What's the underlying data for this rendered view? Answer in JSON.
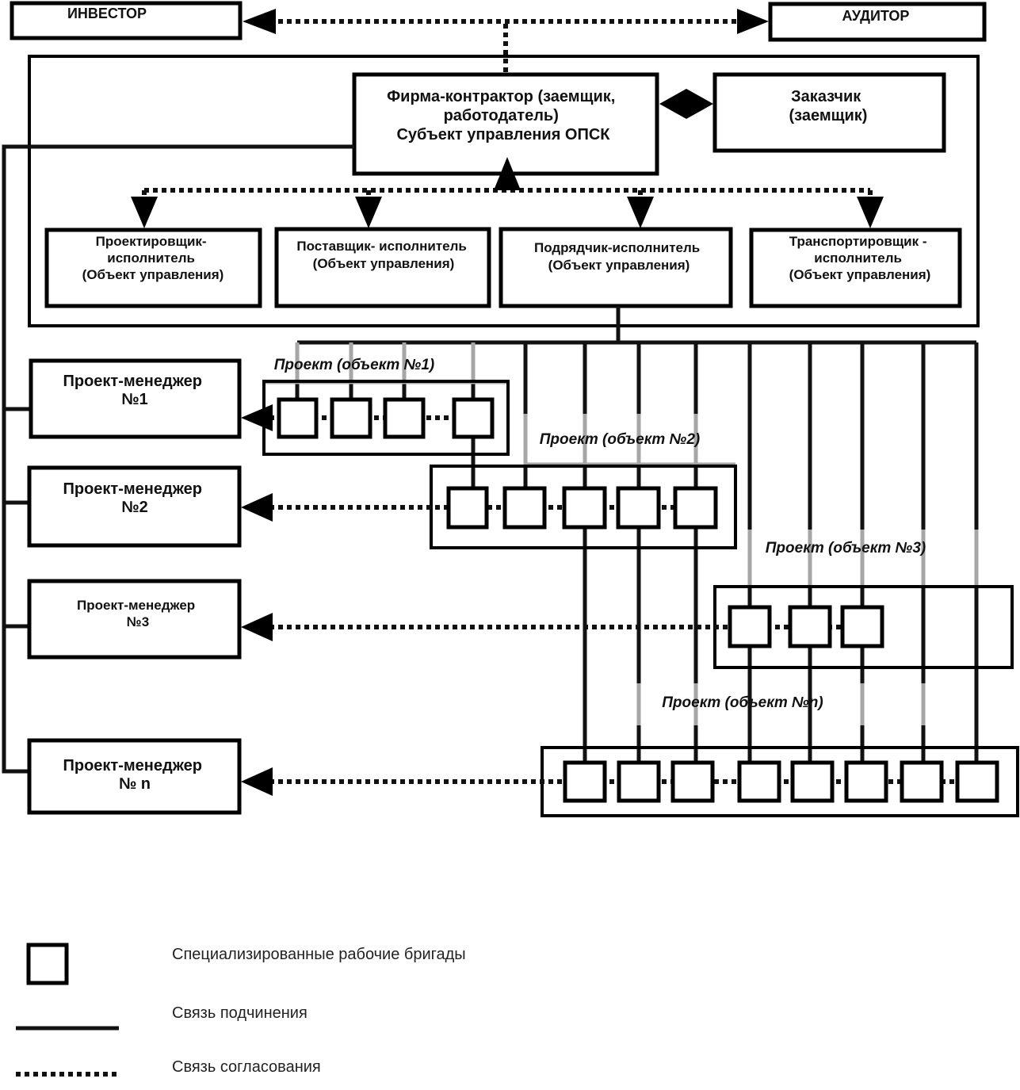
{
  "investor": "ИНВЕСТОР",
  "auditor": "АУДИТОР",
  "contractor": [
    "Фирма-контрактор (заемщик,",
    "работодатель)",
    "Субъект управления ОПСК"
  ],
  "customer": [
    "Заказчик",
    "(заемщик)"
  ],
  "performers": [
    [
      "Проектировщик-",
      "исполнитель",
      "(Объект управления)"
    ],
    [
      "Поставщик- исполнитель",
      "(Объект управления)"
    ],
    [
      "Подрядчик-исполнитель",
      "(Объект управления)"
    ],
    [
      "Транспортировщик -",
      "исполнитель",
      "(Объект управления)"
    ]
  ],
  "managers": [
    [
      "Проект-менеджер",
      "№1"
    ],
    [
      "Проект-менеджер",
      "№2"
    ],
    [
      "Проект-менеджер",
      "№3"
    ],
    [
      "Проект-менеджер",
      "№ n"
    ]
  ],
  "projects": [
    "Проект (объект №1)",
    "Проект (объект №2)",
    "Проект (объект №3)",
    "Проект (объект №n)"
  ],
  "legend": {
    "brigades": "Специализированные рабочие бригады",
    "subordination": "Связь подчинения",
    "coordination": "Связь согласования"
  }
}
